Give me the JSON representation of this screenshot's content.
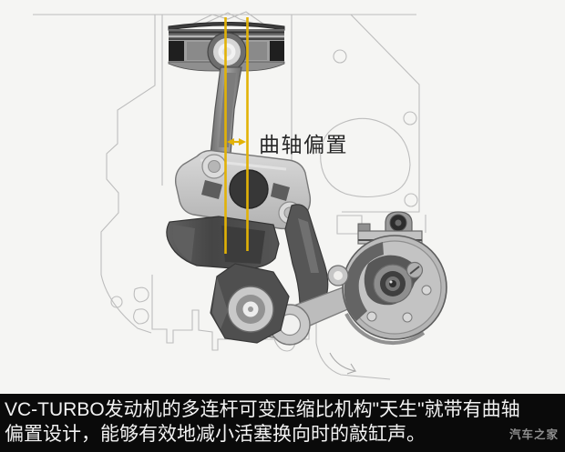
{
  "image": {
    "type": "engine-technical-illustration",
    "subject": "VC-TURBO multi-link variable compression ratio mechanism with crankshaft offset"
  },
  "diagram": {
    "label_crank_offset": "曲轴偏置",
    "annotations": {
      "cylinder_axis_line": "vertical reference line through piston / cylinder bore axis",
      "crankshaft_axis_line": "vertical reference line through crankshaft axis",
      "offset_arrow": "double-headed horizontal arrow between the two axis lines"
    }
  },
  "caption": {
    "line1": "VC-TURBO发动机的多连杆可变压缩比机构\"天生\"就带有曲轴",
    "line2": "偏置设计，能够有效地减小活塞换向时的敲缸声。"
  },
  "watermark": {
    "text": "汽车之家"
  },
  "colors": {
    "background": "#f5f5f3",
    "outline_gray": "#bdbdbd",
    "accent_yellow": "#e2b206",
    "label_text": "#262626",
    "caption_background": "#0a0a0a",
    "caption_text": "#f2f2f2",
    "watermark_text": "#8f8f8f"
  }
}
